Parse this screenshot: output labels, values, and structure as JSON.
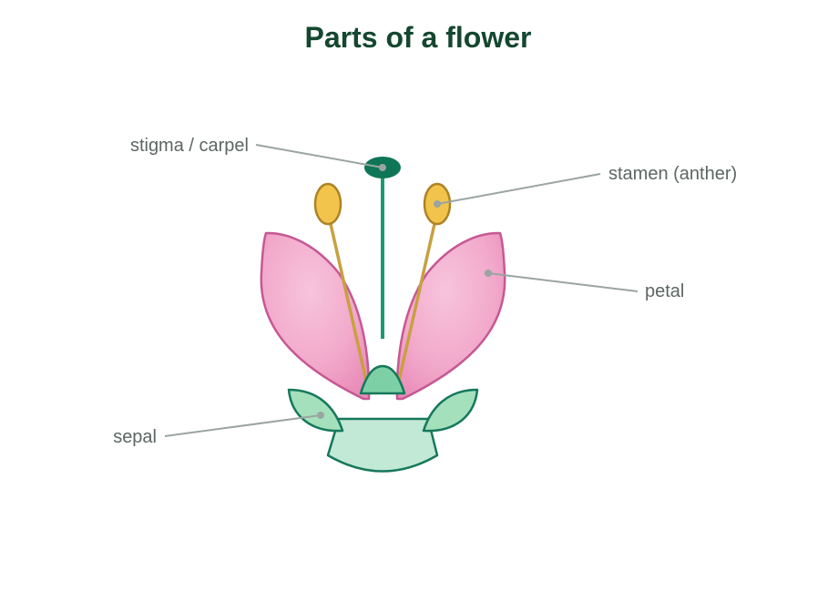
{
  "title": "Parts of a flower",
  "labels": {
    "stigma": "stigma / carpel",
    "stamen": "stamen (anther)",
    "petal": "petal",
    "sepal": "sepal"
  },
  "colors": {
    "title": "#14472f",
    "label_text": "#5d6662",
    "leader_line": "#9aa5a1",
    "petal_fill": "#f2a9cb",
    "petal_stroke": "#c65893",
    "anther_fill": "#f3c44c",
    "anther_stroke": "#ad8325",
    "filament": "#c8a043",
    "style_stem": "#1a9b6f",
    "stigma_fill": "#0e7656",
    "sepal_fill": "#a4e0bc",
    "receptacle_fill": "#c2e8d6",
    "green_stroke": "#16785a"
  }
}
